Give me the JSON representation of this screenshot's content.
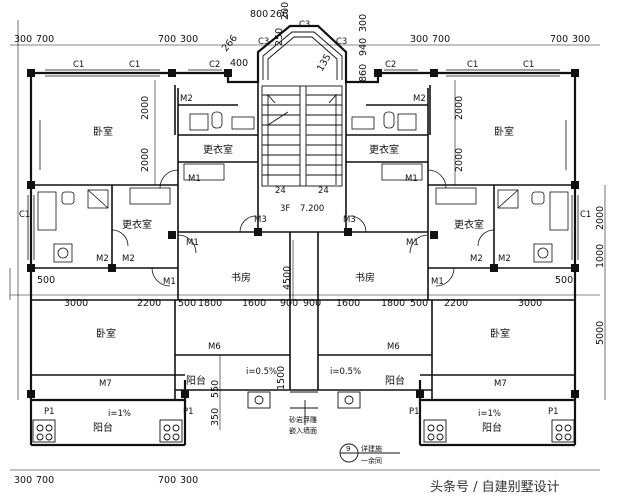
{
  "rooms": {
    "bedroom": "卧室",
    "dressing": "更衣室",
    "study": "书房",
    "balcony": "阳台"
  },
  "labels": {
    "m1": "M1",
    "m2": "M2",
    "m3": "M3",
    "m6": "M6",
    "m7": "M7",
    "c1": "C1",
    "c2": "C2",
    "c3": "C3",
    "p1": "P1",
    "stair_down": "24",
    "stair_up": "24",
    "floor": "3F",
    "elevation": "7.200",
    "slope_half": "i=0.5%",
    "slope_one": "i=1%",
    "detail_note1": "砂岩浮雕",
    "detail_note2": "嵌入墙面",
    "ref_number": "9",
    "ref_text1": "详建施",
    "ref_text2": "一余同"
  },
  "dims": {
    "top_left_a": "300",
    "top_left_b": "700",
    "top_mid_a": "700",
    "top_mid_b": "300",
    "top_right_a": "300",
    "top_right_b": "700",
    "top_far_a": "700",
    "top_far_b": "300",
    "bay_center": "266",
    "bay_800": "800",
    "bay_266": "266",
    "bay_200": "200",
    "bay_400": "400",
    "bay_250": "250",
    "bay_135": "135",
    "bay_860": "860",
    "bay_940": "940",
    "bay_300": "300",
    "v2000a": "2000",
    "v2000b": "2000",
    "v4500": "4500",
    "r2000": "2000",
    "r1000": "1000",
    "r5000": "5000",
    "h500a": "500",
    "h500b": "500",
    "h3000a": "3000",
    "h2200a": "2200",
    "h500c": "500",
    "h1800a": "1800",
    "h1600a": "1600",
    "h900a": "900",
    "h900b": "900",
    "h1600b": "1600",
    "h1800b": "1800",
    "h500d": "500",
    "h2200b": "2200",
    "h3000b": "3000",
    "v1500": "1500",
    "v550": "550",
    "v350": "350",
    "bot_a": "300",
    "bot_b": "700",
    "bot_c": "700",
    "bot_d": "300"
  },
  "watermark": "头条号 / 自建别墅设计"
}
